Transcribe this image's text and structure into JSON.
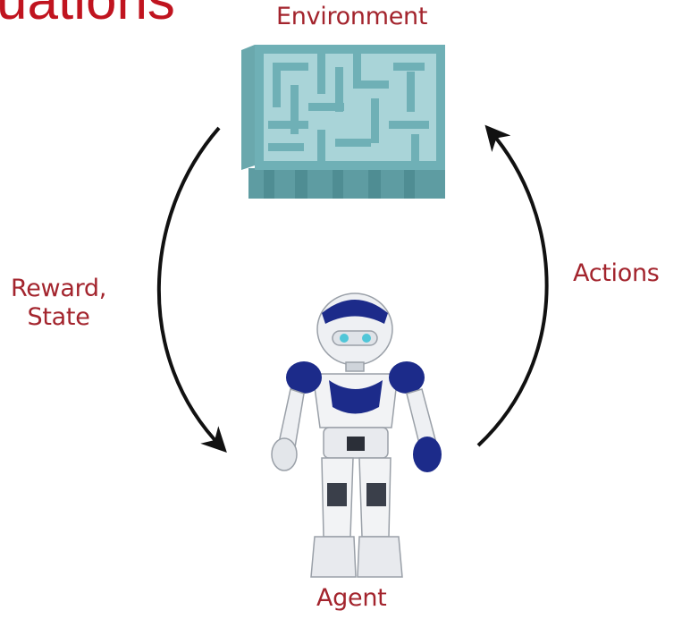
{
  "heading_partial": "uations",
  "nodes": {
    "environment": "Environment",
    "agent": "Agent"
  },
  "edges": {
    "reward_line1": "Reward,",
    "reward_line2": "State",
    "actions": "Actions"
  },
  "colors": {
    "label": "#a3242d",
    "heading": "#c0141f",
    "maze": "#8fc3c8",
    "robot_accent": "#1c2b8a",
    "arrow": "#111111"
  },
  "icons": [
    "maze-icon",
    "robot-icon"
  ]
}
